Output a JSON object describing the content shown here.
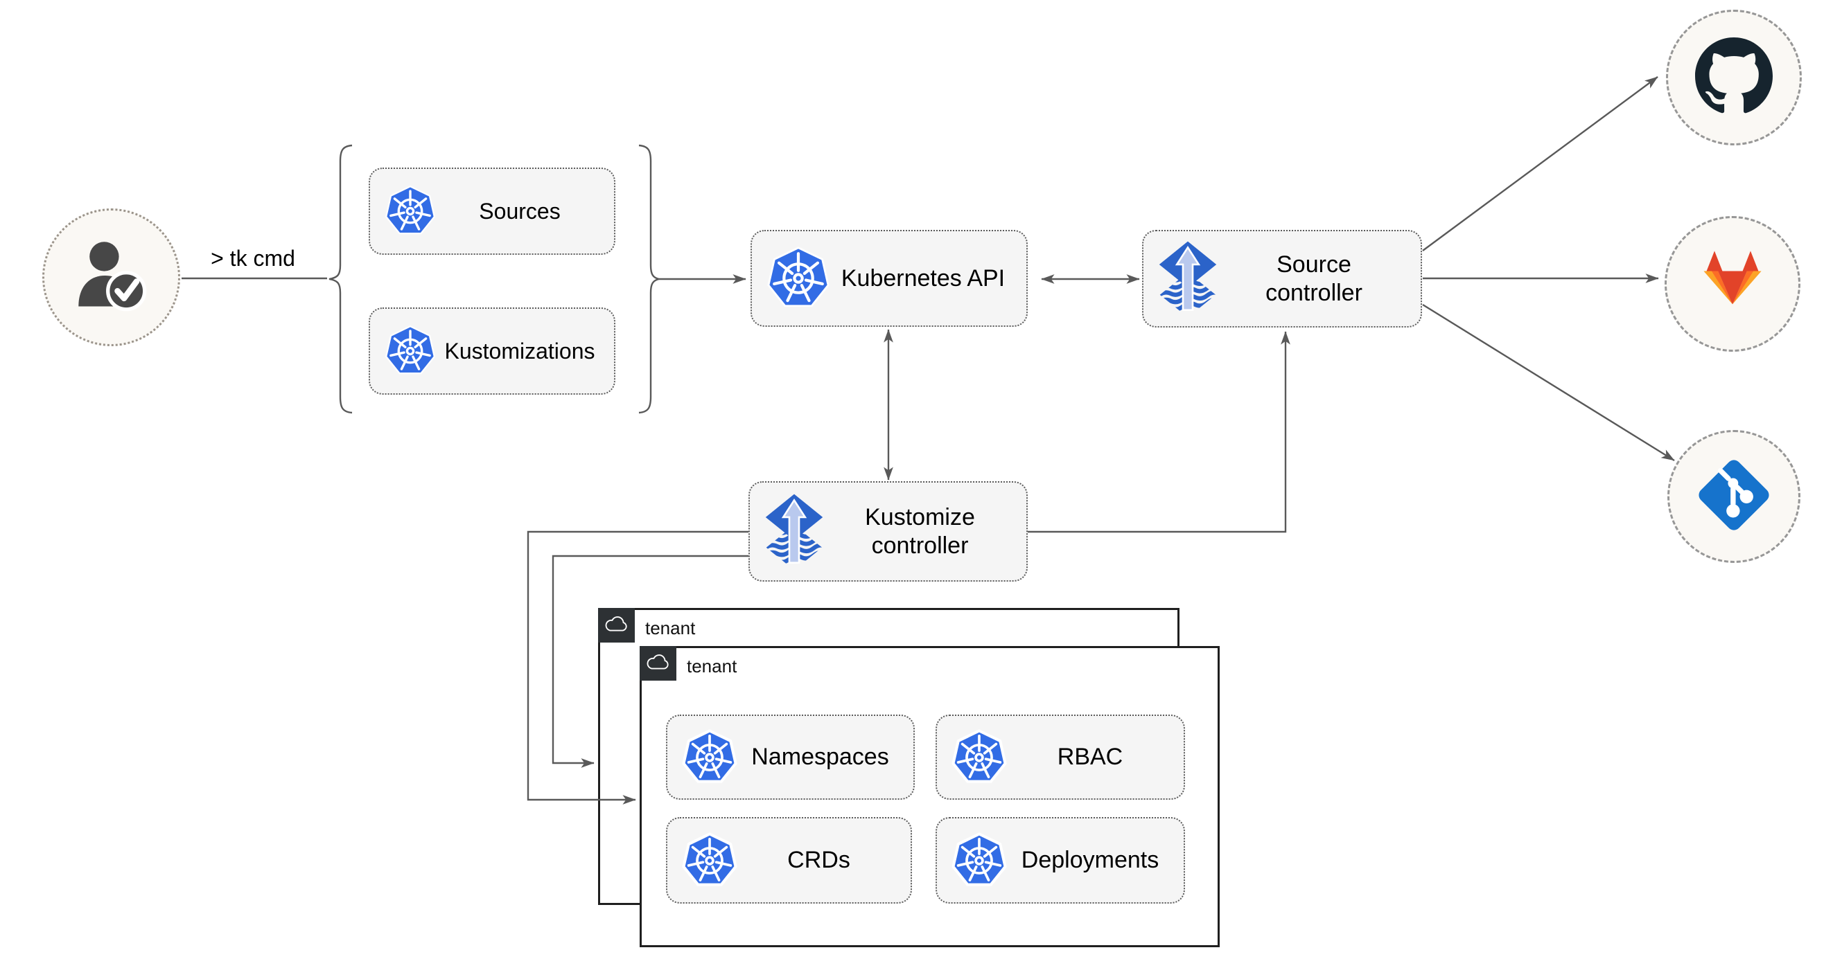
{
  "diagram": {
    "description": "GitOps toolkit architecture diagram"
  },
  "actor": {
    "command_label": "> tk cmd"
  },
  "bracket_group": {
    "items": [
      {
        "label": "Sources"
      },
      {
        "label": "Kustomizations"
      }
    ]
  },
  "nodes": {
    "kubernetes_api": {
      "label": "Kubernetes API"
    },
    "source_controller": {
      "label": "Source controller"
    },
    "kustomize_controller": {
      "label": "Kustomize controller"
    }
  },
  "tenants": {
    "back": {
      "label": "tenant"
    },
    "front": {
      "label": "tenant"
    },
    "resources": [
      {
        "label": "Namespaces"
      },
      {
        "label": "RBAC"
      },
      {
        "label": "CRDs"
      },
      {
        "label": "Deployments"
      }
    ]
  },
  "git_providers": [
    {
      "name": "GitHub"
    },
    {
      "name": "GitLab"
    },
    {
      "name": "Git"
    }
  ],
  "colors": {
    "edge": "#595959",
    "node_fill": "#f5f5f5",
    "node_border": "#5b5b5b",
    "text": "#000000",
    "kubernetes_blue": "#326ce5",
    "flux_blue": "#2b63c9",
    "flux_arrow_light": "#b9c9ee",
    "tenant_border": "#1f1f1f",
    "tenant_tab": "#2d3134",
    "github_dark": "#16242e",
    "gitlab_red": "#e24329",
    "gitlab_orange": "#fc6d26",
    "gitlab_amber": "#fca326",
    "git_blue": "#1673cc",
    "circle_fill": "#faf8f4",
    "circle_dash_border": "#979797"
  }
}
